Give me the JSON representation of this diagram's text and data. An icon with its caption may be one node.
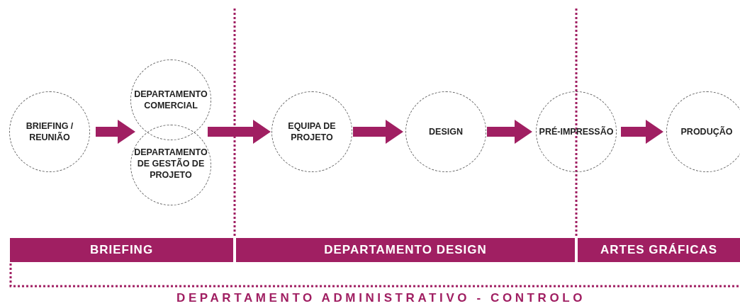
{
  "diagram": {
    "nodes": [
      {
        "text": [
          "BRIEFING / REUNIÃO"
        ]
      },
      {
        "text": [
          "DEPARTAMENTO COMERCIAL"
        ]
      },
      {
        "text": [
          "DEPARTAMENTO DE GESTÃO DE PROJETO"
        ]
      },
      {
        "text": [
          "EQUIPA DE PROJETO"
        ]
      },
      {
        "text": [
          "DESIGN"
        ]
      },
      {
        "text": [
          "PRÉ-IMPRESSÃO"
        ]
      },
      {
        "text": [
          "PRODUÇÃO"
        ]
      },
      {
        "text": [
          "BRIEFING"
        ]
      },
      {
        "text": [
          "DEPARTAMENTO DESIGN"
        ]
      },
      {
        "text": [
          "ARTES GRÁFICAS"
        ]
      }
    ],
    "edges": [
      {
        "from": 0,
        "to": 1,
        "arrow": "to"
      },
      {
        "from": 0,
        "to": 2,
        "arrow": "to"
      },
      {
        "from": 1,
        "to": 3,
        "arrow": "to"
      },
      {
        "from": 2,
        "to": 3,
        "arrow": "to"
      },
      {
        "from": 3,
        "to": 4,
        "arrow": "to"
      },
      {
        "from": 4,
        "to": 5,
        "arrow": "to"
      },
      {
        "from": 5,
        "to": 6,
        "arrow": "to"
      }
    ],
    "labels": [
      "DEPARTAMENTO ADMINISTRATIVO - CONTROLO"
    ]
  }
}
